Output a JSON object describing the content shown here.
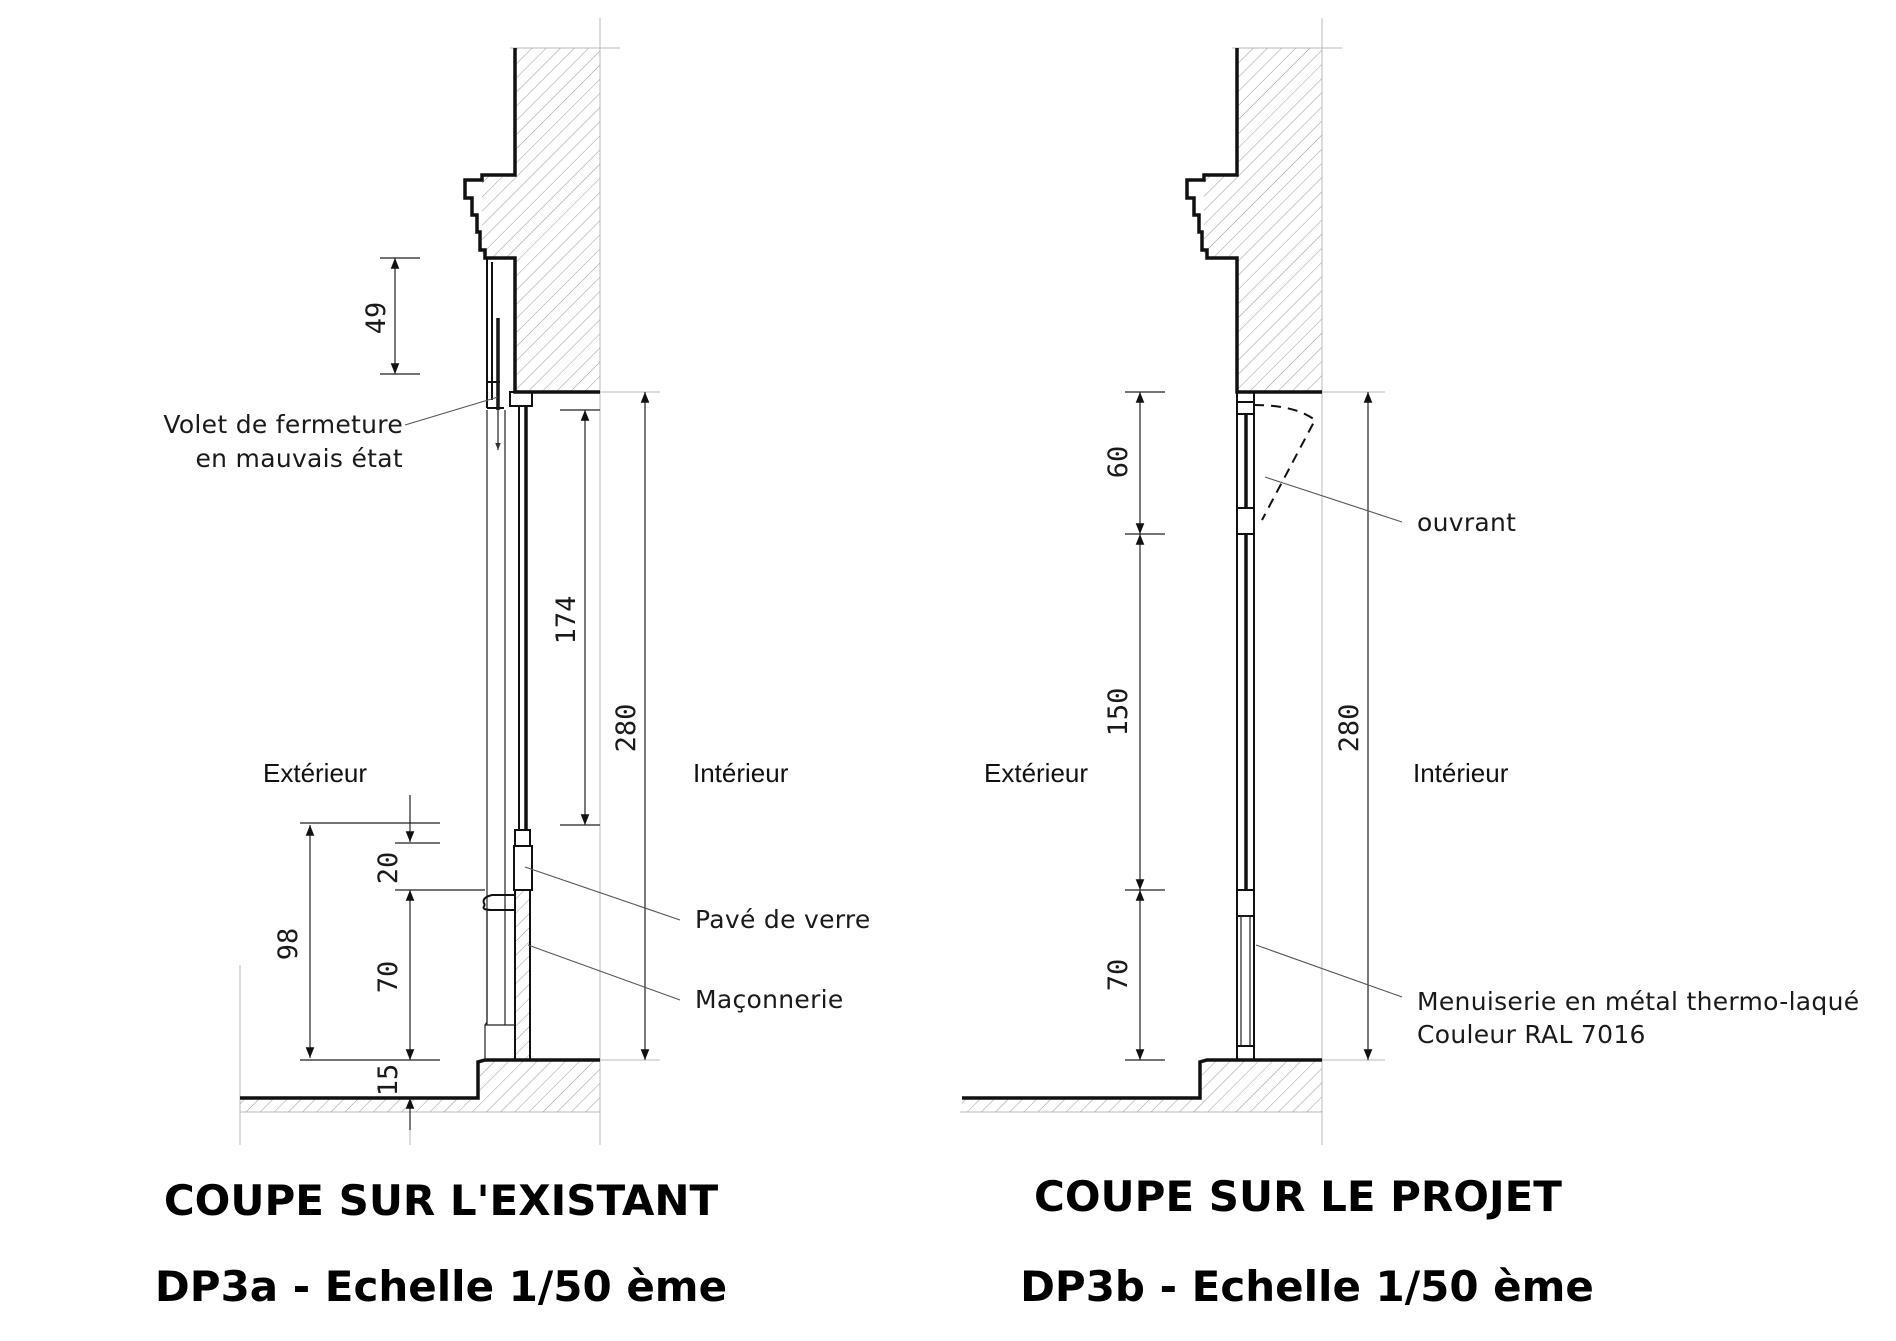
{
  "left": {
    "title": "COUPE SUR L'EXISTANT",
    "subtitle": "DP3a - Echelle 1/50 ème",
    "exterior_label": "Extérieur",
    "interior_label": "Intérieur",
    "dimensions": {
      "d49": "49",
      "d174": "174",
      "d280": "280",
      "d20": "20",
      "d98": "98",
      "d70": "70",
      "d15": "15"
    },
    "annotations": {
      "volet_line1": "Volet de fermeture",
      "volet_line2": "en mauvais état",
      "pave": "Pavé de verre",
      "maconnerie": "Maçonnerie"
    }
  },
  "right": {
    "title": "COUPE SUR LE PROJET",
    "subtitle": "DP3b - Echelle 1/50 ème",
    "exterior_label": "Extérieur",
    "interior_label": "Intérieur",
    "dimensions": {
      "d60": "60",
      "d150": "150",
      "d70": "70",
      "d280": "280"
    },
    "annotations": {
      "ouvrant": "ouvrant",
      "menuiserie_line1": "Menuiserie en métal thermo-laqué",
      "menuiserie_line2": "Couleur RAL 7016"
    }
  },
  "colors": {
    "line": "#111111",
    "hatch": "#9a9a9a",
    "extension": "#bbbbbb"
  }
}
